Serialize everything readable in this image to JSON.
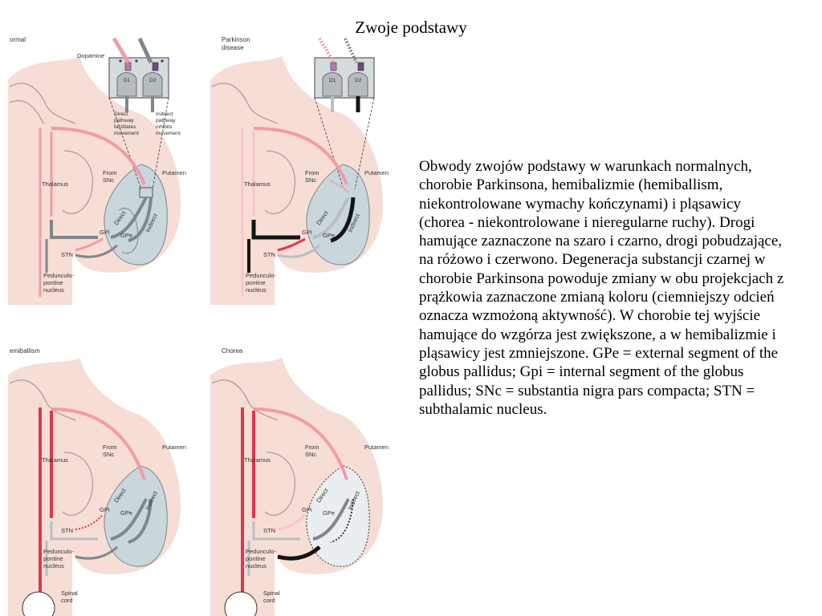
{
  "title": "Zwoje podstawy",
  "description": "Obwody zwojów podstawy w warunkach normalnych, chorobie Parkinsona, hemibalizmie (hemiballism, niekontrolowane wymachy kończynami) i pląsawicy (chorea - niekontrolowane i nieregularne ruchy). Drogi hamujące zaznaczone na szaro i czarno, drogi pobudzające, na różowo i czerwono. Degeneracja substancji czarnej w chorobie Parkinsona powoduje zmiany w obu projekcjach z prążkowia zaznaczone zmianą koloru (ciemniejszy odcień oznacza wzmożoną aktywność). W chorobie tej wyjście hamujące do wzgórza jest zwiększone, a w hemibalizmie i pląsawicy jest zmniejszone. GPe = external segment of the globus pallidus; Gpi = internal segment of the globus pallidus; SNc = substantia nigra pars compacta; STN = subthalamic nucleus.",
  "panels": {
    "normal": {
      "title": "ormal",
      "dopamine": "Dopamine",
      "d1": "D1",
      "d2": "D2",
      "direct_note_1": "Direct",
      "direct_note_2": "pathway",
      "direct_note_3": "facilitates",
      "direct_note_4": "movement",
      "indirect_note_1": "Indirect",
      "indirect_note_2": "pathway",
      "indirect_note_3": "inhibits",
      "indirect_note_4": "movement"
    },
    "parkinson": {
      "title_1": "Parkinson",
      "title_2": "disease",
      "d1": "D1",
      "d2": "D2"
    },
    "hemiballism": {
      "title": "emiballism"
    },
    "chorea": {
      "title": "Chorea"
    }
  },
  "labels": {
    "thalamus": "Thalamus",
    "from": "From",
    "snc": "SNc",
    "putamen": "Putamen",
    "direct": "Direct",
    "indirect": "Indirect",
    "gpi": "GPi",
    "gpe": "GPe",
    "stn": "STN",
    "ppn_1": "Pedunculo-",
    "ppn_2": "pontine",
    "ppn_3": "nucleus",
    "spinal_1": "Spinal",
    "spinal_2": "cord"
  },
  "colors": {
    "excitatory_light": "#f39aa8",
    "excitatory_strong": "#e0364e",
    "inhibitory_light": "#b9bfc3",
    "inhibitory_mid": "#7f878b",
    "inhibitory_dark": "#141414",
    "brain_tissue": "#f6ddd5",
    "putamen": "#c9d6dc"
  }
}
